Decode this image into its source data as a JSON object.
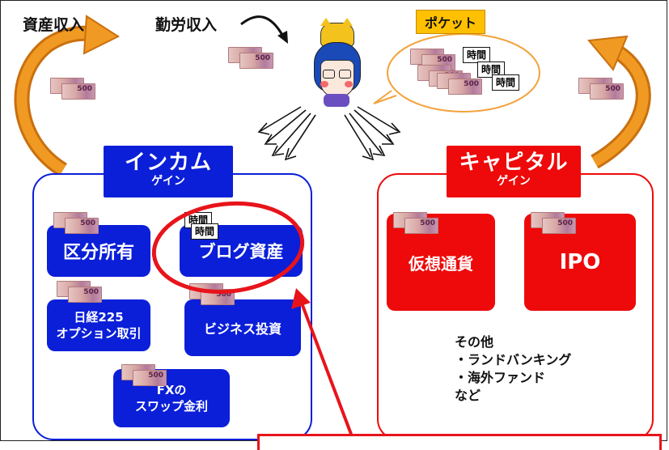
{
  "labels": {
    "asset_income": "資産収入",
    "labor_income": "勤労収入",
    "pocket": "ポケット",
    "time": "時間"
  },
  "income_gain": {
    "title": "インカム",
    "subtitle": "ゲイン",
    "items": [
      "区分所有",
      "ブログ資産",
      "日経225\nオプション取引",
      "ビジネス投資",
      "FXの\nスワップ金利"
    ]
  },
  "capital_gain": {
    "title": "キャピタル",
    "subtitle": "ゲイン",
    "items": [
      "仮想通貨",
      "IPO"
    ],
    "others": [
      "その他",
      "・ランドバンキング",
      "・海外ファンド",
      "など"
    ]
  },
  "banknote_value": "500",
  "colors": {
    "income": "#0b1fd8",
    "capital": "#ee0a0a",
    "pocket_label": "#ffc000",
    "pocket_bubble": "#f3a23b",
    "arrow": "#e08a1c",
    "highlight": "#e8141b"
  },
  "icons": [
    "banknote",
    "character-with-cat-hat",
    "curved-arrow",
    "double-headed-arrows"
  ]
}
